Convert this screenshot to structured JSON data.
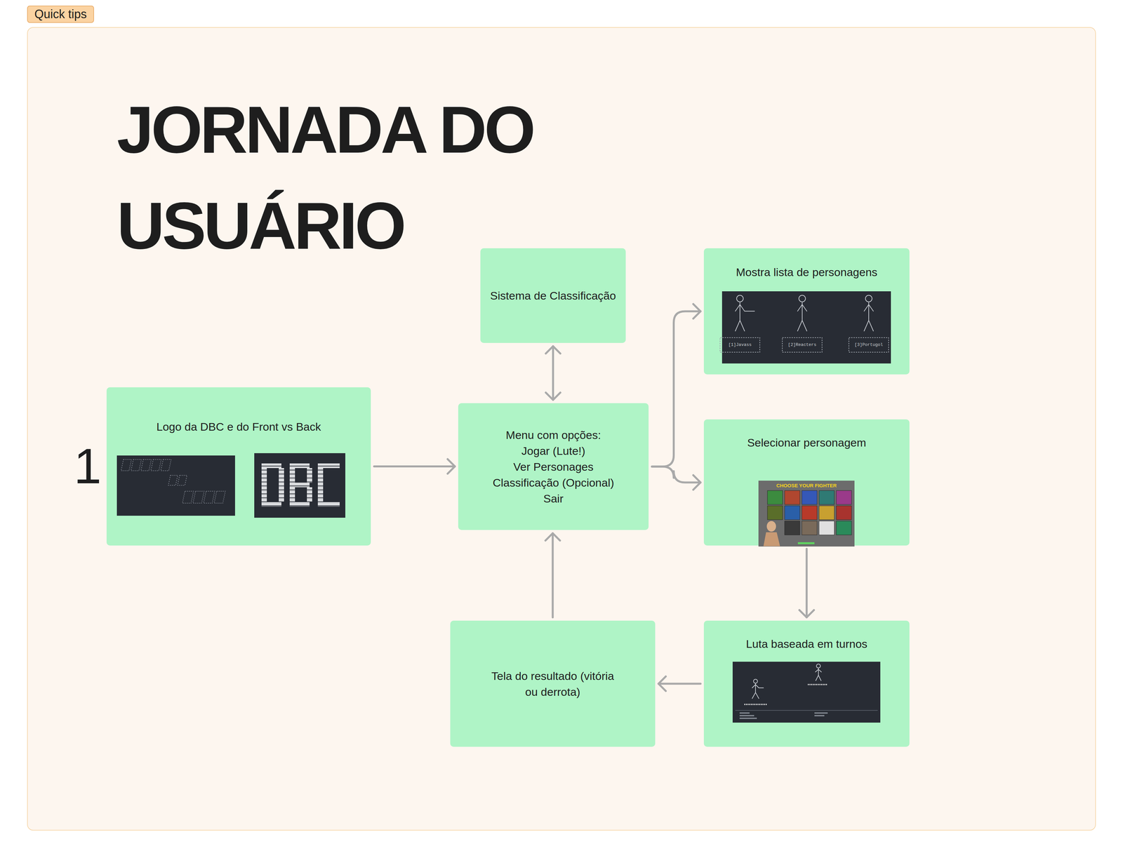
{
  "diagram": {
    "title": "JORNADA DO USUÁRIO",
    "nodes": [
      {
        "text": [
          "Quick tips"
        ]
      },
      {
        "text": [
          "Logo da DBC e do Front vs Back"
        ],
        "in": 0
      },
      {
        "text": [
          "Sistema de Classificação"
        ],
        "in": 0
      },
      {
        "text": [
          "Menu com opções:",
          "Jogar (Lute!)",
          "Ver Personages",
          "Classificação (Opcional)",
          "Sair"
        ],
        "in": 0
      },
      {
        "text": [
          "Mostra lista de personagens"
        ],
        "in": 0
      },
      {
        "text": [
          "Selecionar personagem"
        ],
        "in": 0
      },
      {
        "text": [
          "Luta baseada em turnos"
        ],
        "in": 0
      },
      {
        "text": [
          "Tela do resultado (vitória ou derrota)"
        ],
        "in": 0
      }
    ],
    "edges": [
      {
        "from": 1,
        "to": 3,
        "arrow": "to"
      },
      {
        "from": 2,
        "to": 3,
        "arrow": "both"
      },
      {
        "from": 3,
        "to": 4,
        "arrow": "to"
      },
      {
        "from": 3,
        "to": 5,
        "arrow": "to"
      },
      {
        "from": 5,
        "to": 6,
        "arrow": "to"
      },
      {
        "from": 6,
        "to": 7,
        "arrow": "to"
      },
      {
        "from": 7,
        "to": 3,
        "arrow": "to"
      }
    ],
    "labels": [
      "1",
      "[1]Javass",
      "[2]Reacters",
      "[3]Portugol",
      "CHOOSE YOUR FIGHTER"
    ]
  }
}
